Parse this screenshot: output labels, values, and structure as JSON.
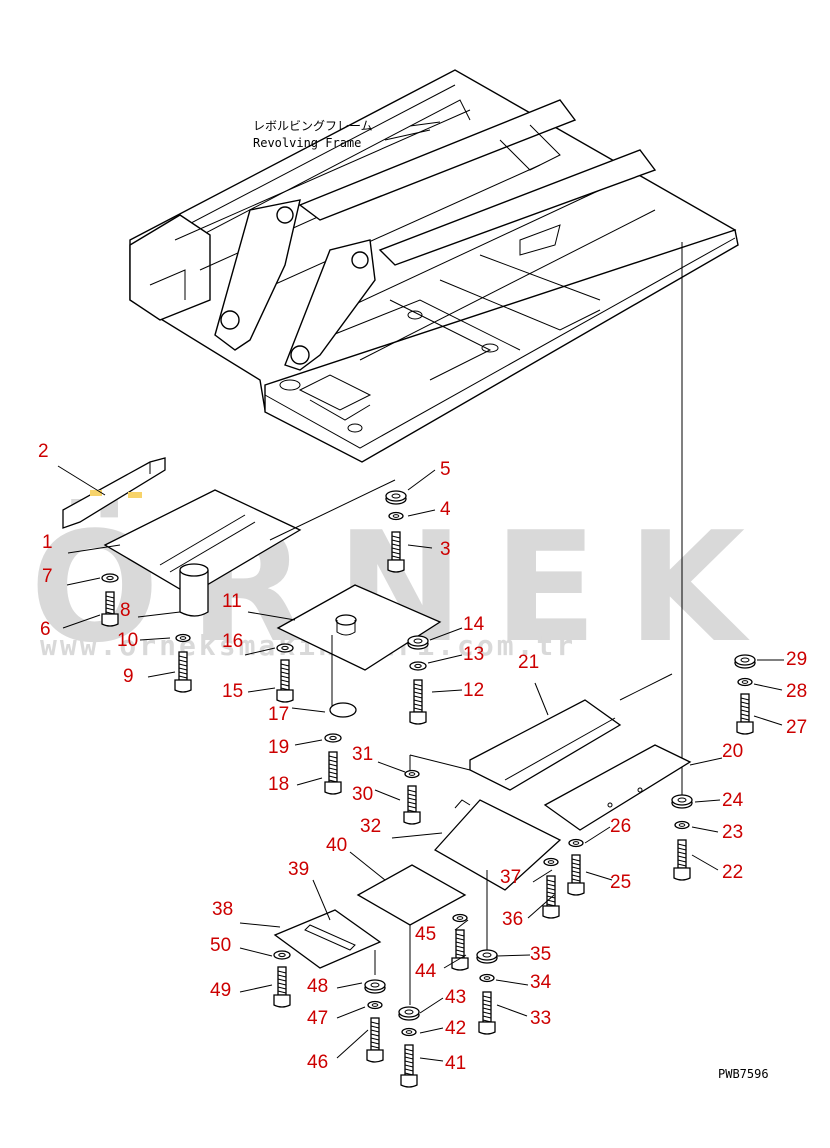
{
  "frame_label": {
    "jp": "レボルビングフレーム",
    "en": "Revolving Frame"
  },
  "drawing_code": "PWB7596",
  "watermark": {
    "brand": "ÖRNEK",
    "url": "www.orneksmakinalari.com.tr"
  },
  "colors": {
    "callout": "#cc0000",
    "watermark": "#d9d9d9",
    "highlight": "#f7d36a"
  },
  "callouts": [
    {
      "id": "1",
      "text": "1"
    },
    {
      "id": "2",
      "text": "2"
    },
    {
      "id": "3",
      "text": "3"
    },
    {
      "id": "4",
      "text": "4"
    },
    {
      "id": "5",
      "text": "5"
    },
    {
      "id": "6",
      "text": "6"
    },
    {
      "id": "7",
      "text": "7"
    },
    {
      "id": "8",
      "text": "8"
    },
    {
      "id": "9",
      "text": "9"
    },
    {
      "id": "10",
      "text": "10"
    },
    {
      "id": "11",
      "text": "11"
    },
    {
      "id": "12",
      "text": "12"
    },
    {
      "id": "13",
      "text": "13"
    },
    {
      "id": "14",
      "text": "14"
    },
    {
      "id": "15",
      "text": "15"
    },
    {
      "id": "16",
      "text": "16"
    },
    {
      "id": "17",
      "text": "17"
    },
    {
      "id": "18",
      "text": "18"
    },
    {
      "id": "19",
      "text": "19"
    },
    {
      "id": "20",
      "text": "20"
    },
    {
      "id": "21",
      "text": "21"
    },
    {
      "id": "22",
      "text": "22"
    },
    {
      "id": "23",
      "text": "23"
    },
    {
      "id": "24",
      "text": "24"
    },
    {
      "id": "25",
      "text": "25"
    },
    {
      "id": "26",
      "text": "26"
    },
    {
      "id": "27",
      "text": "27"
    },
    {
      "id": "28",
      "text": "28"
    },
    {
      "id": "29",
      "text": "29"
    },
    {
      "id": "30",
      "text": "30"
    },
    {
      "id": "31",
      "text": "31"
    },
    {
      "id": "32",
      "text": "32"
    },
    {
      "id": "33",
      "text": "33"
    },
    {
      "id": "34",
      "text": "34"
    },
    {
      "id": "35",
      "text": "35"
    },
    {
      "id": "36",
      "text": "36"
    },
    {
      "id": "37",
      "text": "37"
    },
    {
      "id": "38",
      "text": "38"
    },
    {
      "id": "39",
      "text": "39"
    },
    {
      "id": "40",
      "text": "40"
    },
    {
      "id": "41",
      "text": "41"
    },
    {
      "id": "42",
      "text": "42"
    },
    {
      "id": "43",
      "text": "43"
    },
    {
      "id": "44",
      "text": "44"
    },
    {
      "id": "45",
      "text": "45"
    },
    {
      "id": "46",
      "text": "46"
    },
    {
      "id": "47",
      "text": "47"
    },
    {
      "id": "48",
      "text": "48"
    },
    {
      "id": "49",
      "text": "49"
    },
    {
      "id": "50",
      "text": "50"
    }
  ]
}
